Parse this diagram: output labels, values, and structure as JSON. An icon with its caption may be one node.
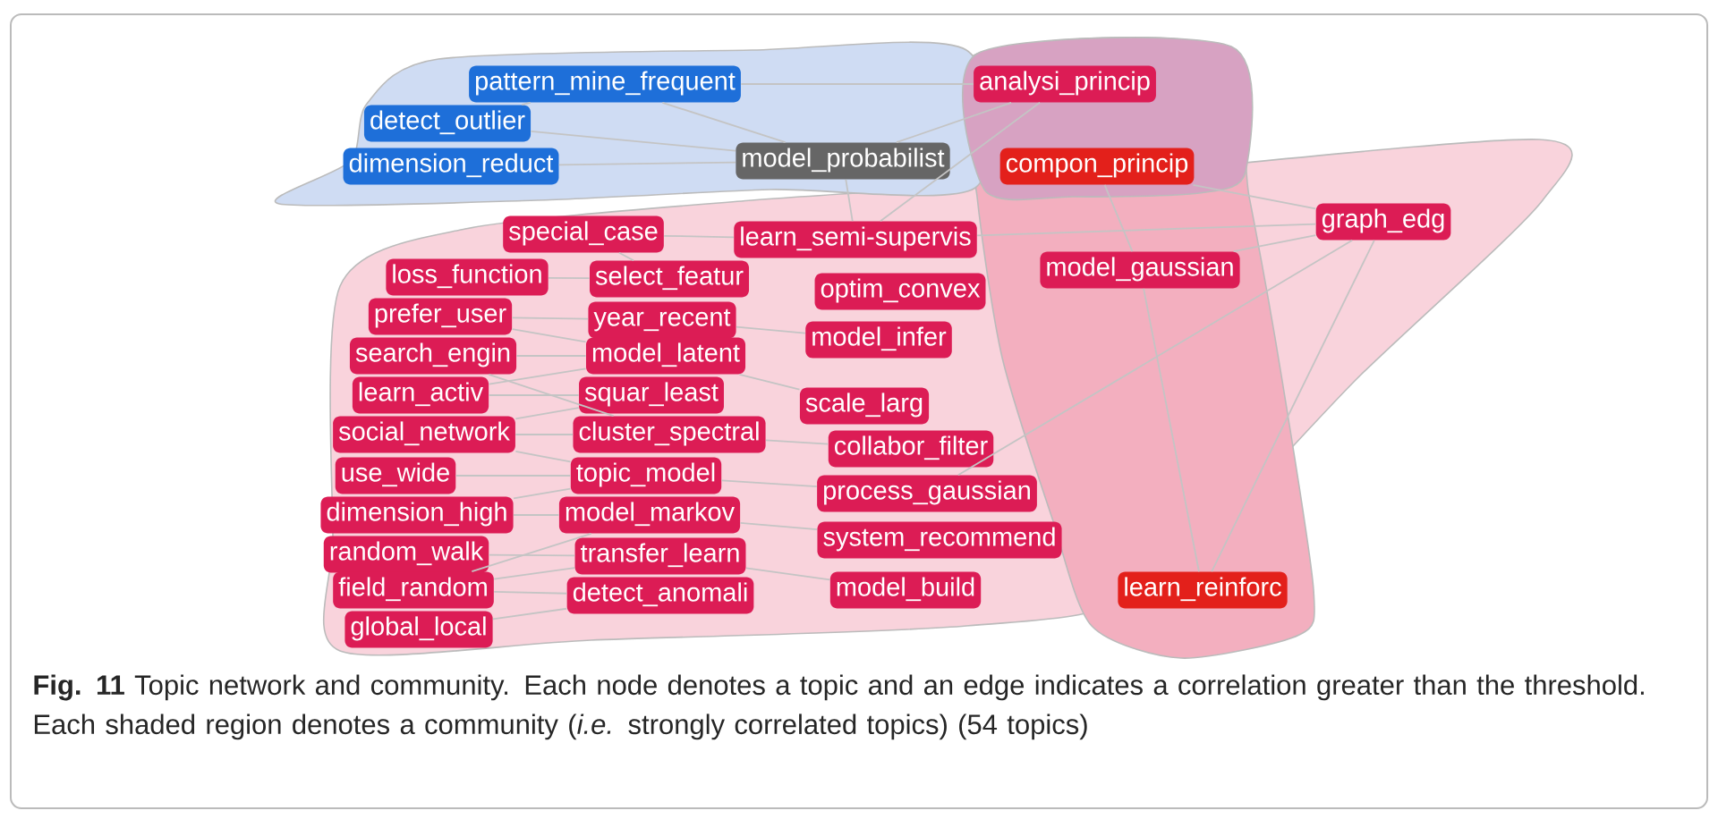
{
  "diagram": {
    "caption": "**Fig. 11** Topic network and community. Each node denotes a topic and an edge indicates a correlation greater than the threshold. Each shaded region denotes a community (*i.e.* strongly correlated topics) (54 topics)",
    "nodes": [
      {
        "text": [
          "pattern_mine_frequent"
        ]
      },
      {
        "text": [
          "analysi_princip"
        ]
      },
      {
        "text": [
          "detect_outlier"
        ]
      },
      {
        "text": [
          "dimension_reduct"
        ]
      },
      {
        "text": [
          "model_probabilist"
        ]
      },
      {
        "text": [
          "compon_princip"
        ]
      },
      {
        "text": [
          "special_case"
        ]
      },
      {
        "text": [
          "learn_semi-supervis"
        ]
      },
      {
        "text": [
          "graph_edg"
        ]
      },
      {
        "text": [
          "loss_function"
        ]
      },
      {
        "text": [
          "select_featur"
        ]
      },
      {
        "text": [
          "optim_convex"
        ]
      },
      {
        "text": [
          "model_gaussian"
        ]
      },
      {
        "text": [
          "prefer_user"
        ]
      },
      {
        "text": [
          "year_recent"
        ]
      },
      {
        "text": [
          "search_engin"
        ]
      },
      {
        "text": [
          "model_latent"
        ]
      },
      {
        "text": [
          "model_infer"
        ]
      },
      {
        "text": [
          "learn_activ"
        ]
      },
      {
        "text": [
          "squar_least"
        ]
      },
      {
        "text": [
          "scale_larg"
        ]
      },
      {
        "text": [
          "social_network"
        ]
      },
      {
        "text": [
          "cluster_spectral"
        ]
      },
      {
        "text": [
          "collabor_filter"
        ]
      },
      {
        "text": [
          "use_wide"
        ]
      },
      {
        "text": [
          "topic_model"
        ]
      },
      {
        "text": [
          "process_gaussian"
        ]
      },
      {
        "text": [
          "dimension_high"
        ]
      },
      {
        "text": [
          "model_markov"
        ]
      },
      {
        "text": [
          "system_recommend"
        ]
      },
      {
        "text": [
          "random_walk"
        ]
      },
      {
        "text": [
          "transfer_learn"
        ]
      },
      {
        "text": [
          "learn_reinforc"
        ]
      },
      {
        "text": [
          "field_random"
        ]
      },
      {
        "text": [
          "detect_anomali"
        ]
      },
      {
        "text": [
          "model_build"
        ]
      },
      {
        "text": [
          "global_local"
        ]
      }
    ],
    "edges": [
      {
        "from": 8,
        "to": 7,
        "arrow": "none"
      },
      {
        "from": 8,
        "to": 26,
        "arrow": "none"
      },
      {
        "from": 8,
        "to": 5,
        "arrow": "none"
      },
      {
        "from": 8,
        "to": 12,
        "arrow": "none"
      },
      {
        "from": 1,
        "to": 4,
        "arrow": "none"
      },
      {
        "from": 1,
        "to": 7,
        "arrow": "none"
      },
      {
        "from": 1,
        "to": 0,
        "arrow": "none"
      },
      {
        "from": 5,
        "to": 12,
        "arrow": "none"
      },
      {
        "from": 32,
        "to": 8,
        "arrow": "none"
      },
      {
        "from": 32,
        "to": 12,
        "arrow": "none"
      },
      {
        "from": 4,
        "to": 7,
        "arrow": "none"
      },
      {
        "from": 0,
        "to": 2,
        "arrow": "none"
      },
      {
        "from": 2,
        "to": 4,
        "arrow": "none"
      },
      {
        "from": 0,
        "to": 4,
        "arrow": "none"
      },
      {
        "from": 3,
        "to": 4,
        "arrow": "none"
      },
      {
        "from": 6,
        "to": 7,
        "arrow": "none"
      },
      {
        "from": 6,
        "to": 10,
        "arrow": "none"
      },
      {
        "from": 9,
        "to": 10,
        "arrow": "none"
      },
      {
        "from": 13,
        "to": 14,
        "arrow": "none"
      },
      {
        "from": 13,
        "to": 16,
        "arrow": "none"
      },
      {
        "from": 15,
        "to": 16,
        "arrow": "none"
      },
      {
        "from": 15,
        "to": 22,
        "arrow": "none"
      },
      {
        "from": 18,
        "to": 19,
        "arrow": "none"
      },
      {
        "from": 18,
        "to": 16,
        "arrow": "none"
      },
      {
        "from": 21,
        "to": 22,
        "arrow": "none"
      },
      {
        "from": 21,
        "to": 25,
        "arrow": "none"
      },
      {
        "from": 24,
        "to": 25,
        "arrow": "none"
      },
      {
        "from": 21,
        "to": 19,
        "arrow": "none"
      },
      {
        "from": 27,
        "to": 28,
        "arrow": "none"
      },
      {
        "from": 27,
        "to": 25,
        "arrow": "none"
      },
      {
        "from": 30,
        "to": 31,
        "arrow": "none"
      },
      {
        "from": 33,
        "to": 31,
        "arrow": "none"
      },
      {
        "from": 33,
        "to": 34,
        "arrow": "none"
      },
      {
        "from": 33,
        "to": 28,
        "arrow": "none"
      },
      {
        "from": 36,
        "to": 34,
        "arrow": "none"
      },
      {
        "from": 14,
        "to": 17,
        "arrow": "none"
      },
      {
        "from": 16,
        "to": 20,
        "arrow": "none"
      },
      {
        "from": 22,
        "to": 23,
        "arrow": "none"
      },
      {
        "from": 25,
        "to": 26,
        "arrow": "none"
      },
      {
        "from": 28,
        "to": 29,
        "arrow": "none"
      },
      {
        "from": 31,
        "to": 35,
        "arrow": "none"
      }
    ]
  }
}
